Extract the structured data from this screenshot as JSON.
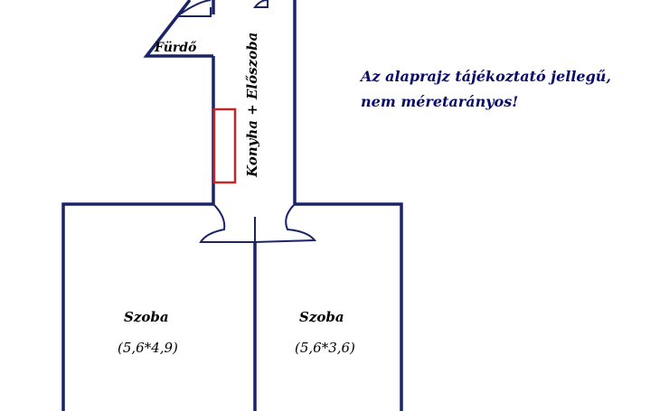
{
  "rooms": {
    "bathroom": {
      "name": "Fürdő"
    },
    "kitchen": {
      "name": "Konyha + Előszoba"
    },
    "room_left": {
      "name": "Szoba",
      "dims": "(5,6*4,9)"
    },
    "room_right": {
      "name": "Szoba",
      "dims": "(5,6*3,6)"
    }
  },
  "note": {
    "line1": "Az alaprajz tájékoztató jellegű,",
    "line2": "nem méretarányos!"
  },
  "colors": {
    "wall": "#1a2466",
    "stove": "#c0282a",
    "background": "#ffffff",
    "note_text": "#0a0a6a"
  }
}
